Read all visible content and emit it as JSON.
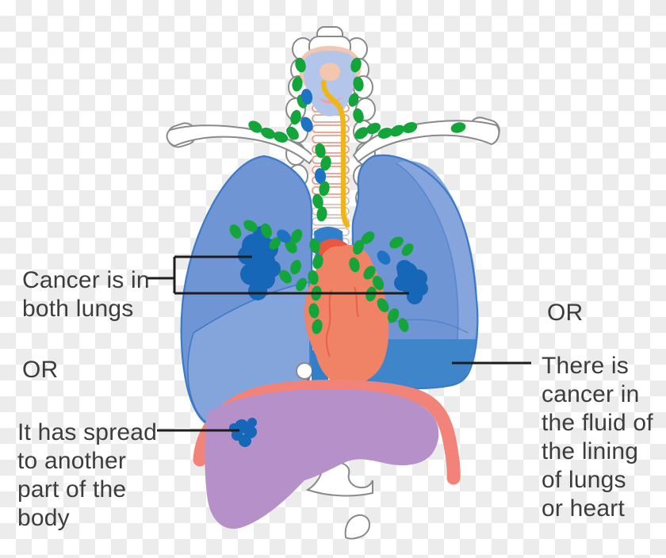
{
  "labels": {
    "both_lungs": "Cancer is in\nboth lungs",
    "or_left": "OR",
    "spread": "It has spread\nto another\npart of the\nbody",
    "or_right": "OR",
    "fluid": "There is\ncancer in\nthe fluid of\nthe lining\nof lungs\nor heart"
  },
  "palette": {
    "checker_gray": "#ececec",
    "text": "#3c3c3c",
    "line": "#1d1d1d",
    "bone": "#8a8a8a",
    "trachea_ring": "#e0a18e",
    "larynx": "#b3c6e9",
    "epiglottis": "#f3c6b0",
    "mouth": "#eda1ad",
    "duct": "#f0b616",
    "lung": "#7095d4",
    "lung_light": "#86a5dd",
    "lung_outline": "#3b7ac6",
    "lung_fluid": "#3e86c9",
    "tumor": "#1667b8",
    "node_green": "#14a53a",
    "node_blue": "#1d72c4",
    "heart": "#f08265",
    "aorta": "#e95840",
    "vessel_blue": "#2f7fca",
    "esophagus": "#f5d7cb",
    "liver": "#b691c9",
    "diaphragm": "#f28379"
  }
}
